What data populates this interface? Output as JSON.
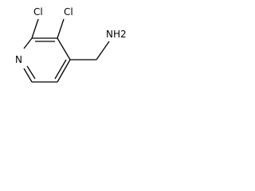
{
  "molecule": {
    "atoms": {
      "n_ring": "N",
      "cl_top_left": "Cl",
      "cl_top_right": "Cl",
      "nh2": "NH2"
    }
  },
  "colors": {
    "background": "#ffffff",
    "ink": "#000000"
  }
}
